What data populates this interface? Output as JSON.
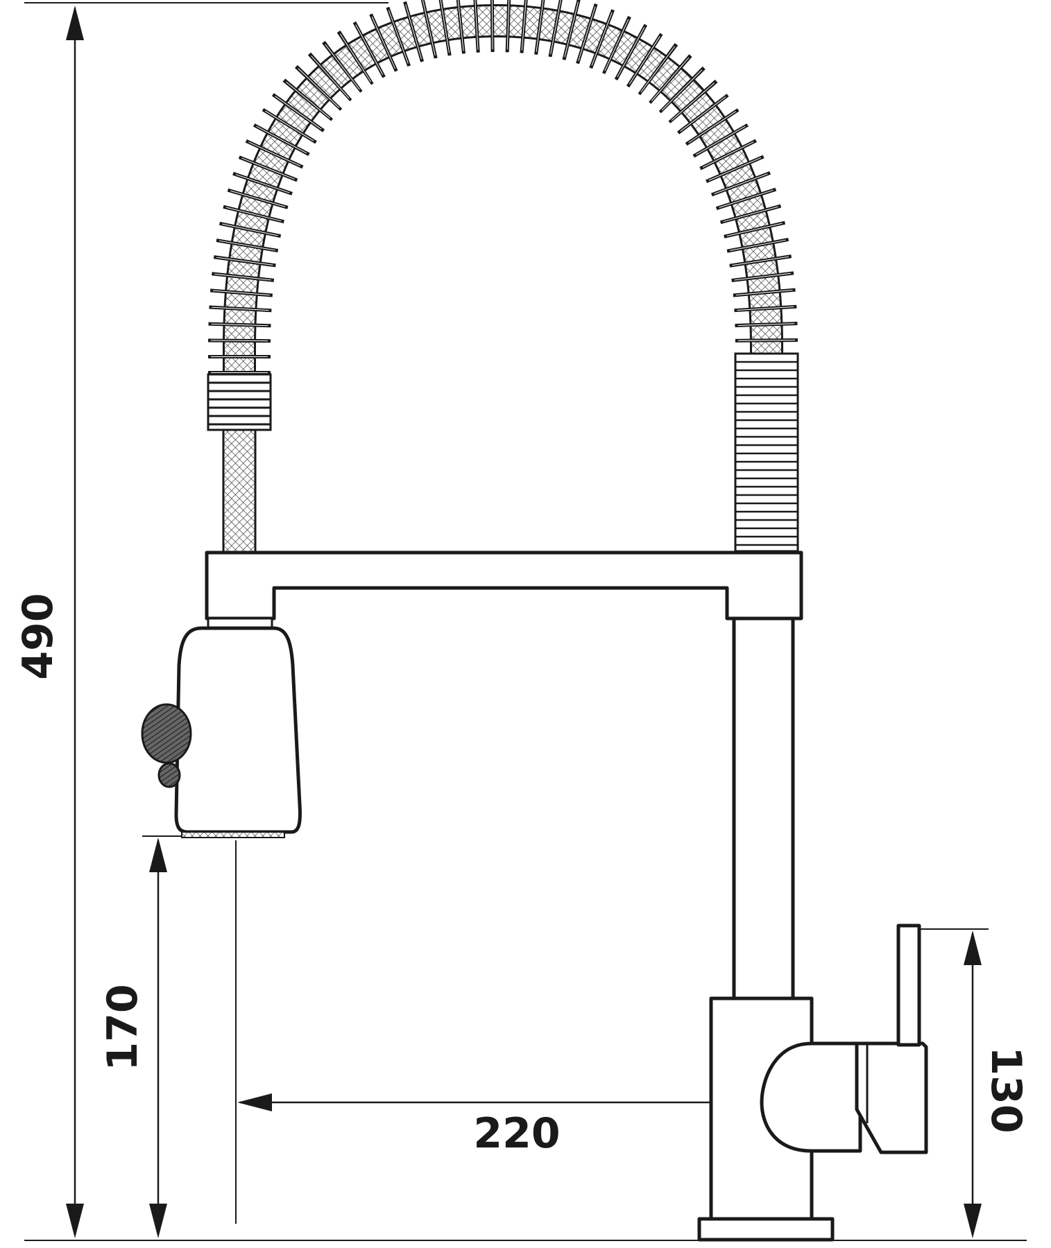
{
  "dimensions": {
    "total_height": "490",
    "spout_height": "170",
    "reach": "220",
    "handle_height": "130"
  },
  "colors": {
    "line": "#1a1a1a",
    "background": "#ffffff",
    "hatch": "#555555"
  }
}
